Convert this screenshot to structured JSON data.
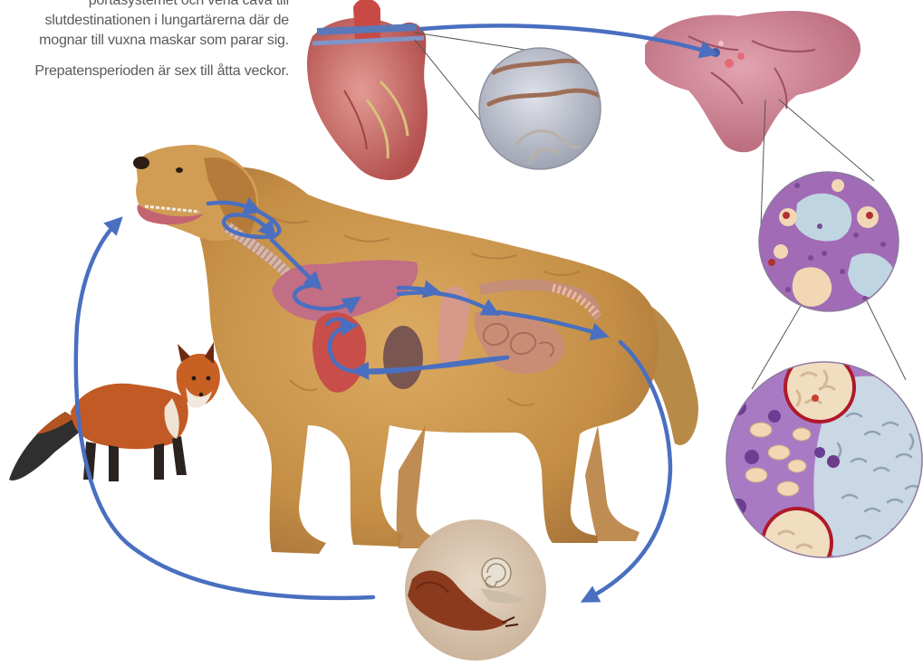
{
  "caption": {
    "lines": [
      "portasystemet och vena cava till",
      "slutdestinationen i lungartärerna där de",
      "mognar till vuxna maskar som parar sig."
    ],
    "prepatent": "Prepatensperioden är sex till åtta veckor."
  },
  "figures": {
    "host": "dog",
    "paratenic": "fox",
    "intermediate": "slug-and-snail",
    "organs": [
      "heart",
      "lungs",
      "liver",
      "stomach",
      "kidney",
      "intestines",
      "trachea"
    ],
    "magnifications": [
      "adult-worms",
      "lung-tissue-section",
      "larvae-in-alveoli"
    ]
  },
  "colors": {
    "arrow": "#4a6fc0",
    "dog_fur": "#c9974f",
    "fox_fur": "#c25a25",
    "organ_pink": "#c46b7d",
    "tissue_purple": "#a26bb5",
    "slug": "#8b3a1e",
    "text": "#5a5a5a"
  }
}
